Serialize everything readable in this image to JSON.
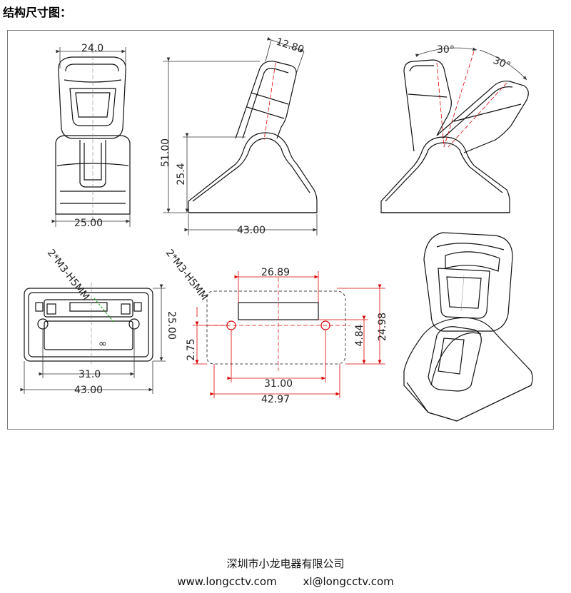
{
  "title": "结构尺寸图：",
  "dimensions": {
    "front_top_width": "24.0",
    "front_bottom_width": "25.00",
    "side_width_top": "12.80",
    "side_height_total": "51.00",
    "side_height_mid": "25.4",
    "side_base_width": "43.00",
    "angle_left": "30°",
    "angle_right": "30°",
    "bottom_left_callout": "2*M3-H5MM",
    "bottom_left_height": "25.00",
    "bottom_left_inner_width": "31.0",
    "bottom_left_outer_width": "43.00",
    "bottom_left_symbol": "∞",
    "mount_callout": "2*M3-H5MM",
    "mount_top_width": "26.89",
    "mount_hole_offset": "2.75",
    "mount_hole_height": "4.84",
    "mount_total_height": "24.98",
    "mount_hole_spacing": "31.00",
    "mount_total_width": "42.97"
  },
  "footer": {
    "company": "深圳市小龙电器有限公司",
    "website": "www.longcctv.com",
    "email": "xl@longcctv.com"
  }
}
